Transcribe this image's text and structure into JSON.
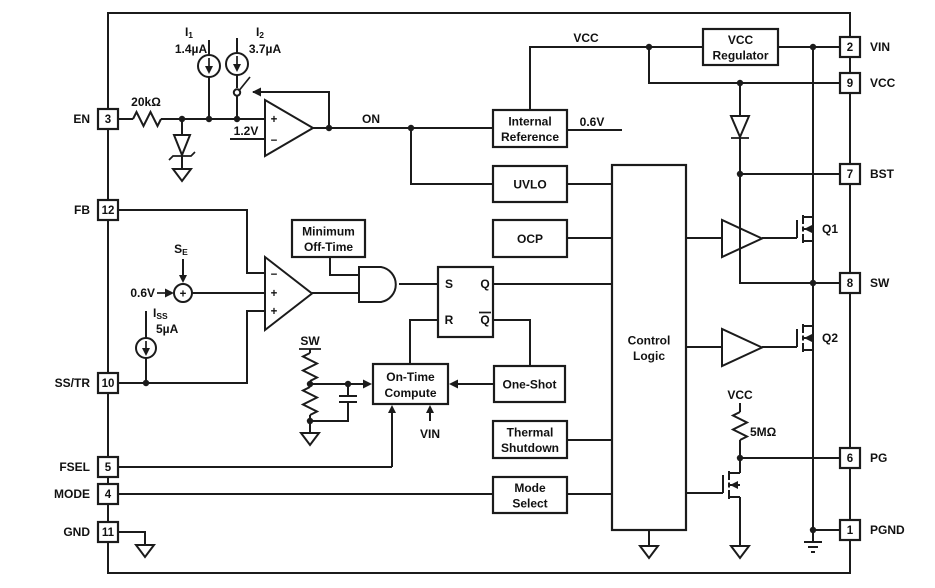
{
  "colors": {
    "ink": "#1b1b1b",
    "background": "#ffffff"
  },
  "pins": {
    "left": [
      {
        "number": "3",
        "name": "EN"
      },
      {
        "number": "12",
        "name": "FB"
      },
      {
        "number": "10",
        "name": "SS/TR"
      },
      {
        "number": "5",
        "name": "FSEL"
      },
      {
        "number": "4",
        "name": "MODE"
      },
      {
        "number": "11",
        "name": "GND"
      }
    ],
    "right": [
      {
        "number": "2",
        "name": "VIN"
      },
      {
        "number": "9",
        "name": "VCC"
      },
      {
        "number": "7",
        "name": "BST"
      },
      {
        "number": "8",
        "name": "SW"
      },
      {
        "number": "6",
        "name": "PG"
      },
      {
        "number": "1",
        "name": "PGND"
      }
    ]
  },
  "blocks": {
    "vcc_regulator": [
      "VCC",
      "Regulator"
    ],
    "internal_reference": [
      "Internal",
      "Reference"
    ],
    "uvlo": [
      "UVLO"
    ],
    "ocp": [
      "OCP"
    ],
    "control_logic": [
      "Control",
      "Logic"
    ],
    "minimum_off_time": [
      "Minimum",
      "Off-Time"
    ],
    "on_time_compute": [
      "On-Time",
      "Compute"
    ],
    "one_shot": [
      "One-Shot"
    ],
    "thermal_shutdown": [
      "Thermal",
      "Shutdown"
    ],
    "mode_select": [
      "Mode",
      "Select"
    ]
  },
  "latch": {
    "s": "S",
    "r": "R",
    "q": "Q",
    "q_bar": "Q"
  },
  "current_sources": {
    "i1": {
      "sym": "I",
      "sub": "1",
      "value": "1.4µA"
    },
    "i2": {
      "sym": "I",
      "sub": "2",
      "value": "3.7µA"
    },
    "iss": {
      "sym": "I",
      "sub": "SS",
      "value": "5µA"
    }
  },
  "soft_start_sum": {
    "se_sym": "S",
    "se_sub": "E",
    "plus": "+",
    "ref": "0.6V"
  },
  "resistors": {
    "en": "20kΩ",
    "pg_pullup": "5MΩ"
  },
  "voltages": {
    "en_threshold": "1.2V",
    "ref_out": "0.6V"
  },
  "net_labels": {
    "vcc_top": "VCC",
    "on": "ON",
    "sw_sense": "SW",
    "vin_sense": "VIN",
    "vcc_pg": "VCC"
  },
  "transistors": {
    "q1": "Q1",
    "q2": "Q2"
  },
  "amp_signs": {
    "plus": "+",
    "minus": "−"
  }
}
